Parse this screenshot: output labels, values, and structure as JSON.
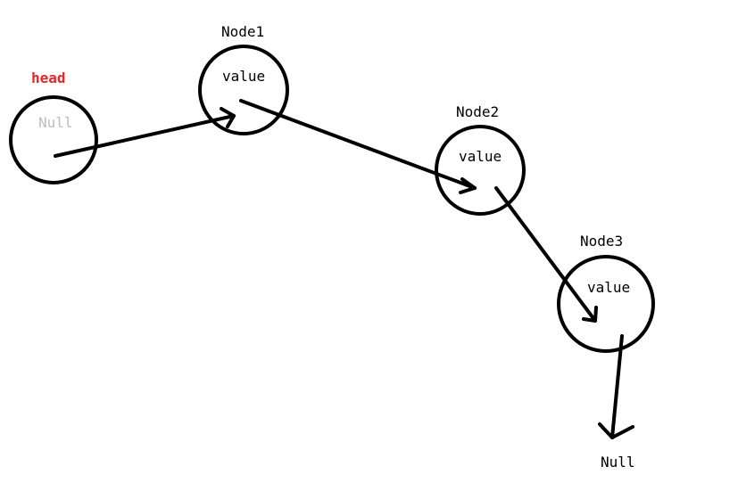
{
  "colors": {
    "head_label": "#e8262a",
    "null_inside": "#bdbdbd",
    "stroke": "#000000",
    "text": "#000000"
  },
  "head": {
    "label": "head",
    "inner_text": "Null"
  },
  "nodes": [
    {
      "label": "Node1",
      "inner_text": "value"
    },
    {
      "label": "Node2",
      "inner_text": "value"
    },
    {
      "label": "Node3",
      "inner_text": "value"
    }
  ],
  "terminal": {
    "label": "Null"
  }
}
